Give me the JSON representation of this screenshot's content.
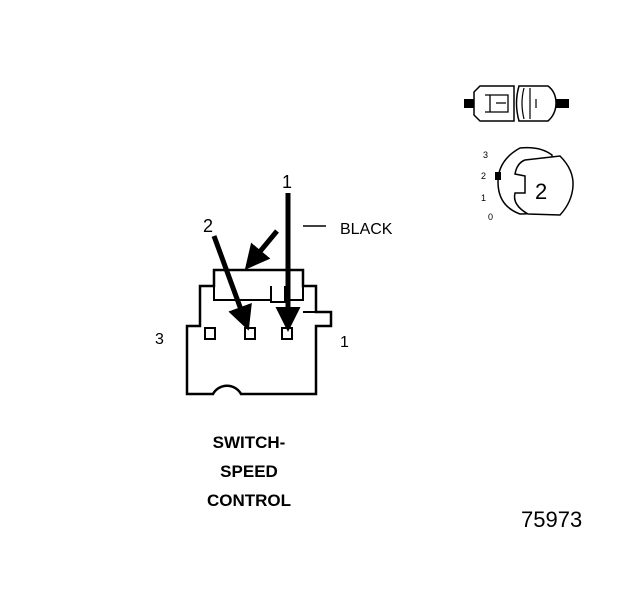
{
  "labels": {
    "wire_color": "BLACK",
    "pointer_1": "1",
    "pointer_2": "2",
    "side_left": "3",
    "side_right": "1"
  },
  "caption": [
    "SWITCH-",
    "SPEED",
    "CONTROL"
  ],
  "knob": {
    "positions": [
      "3",
      "2",
      "1",
      "0"
    ],
    "setting": "2"
  },
  "figure_number": "75973"
}
